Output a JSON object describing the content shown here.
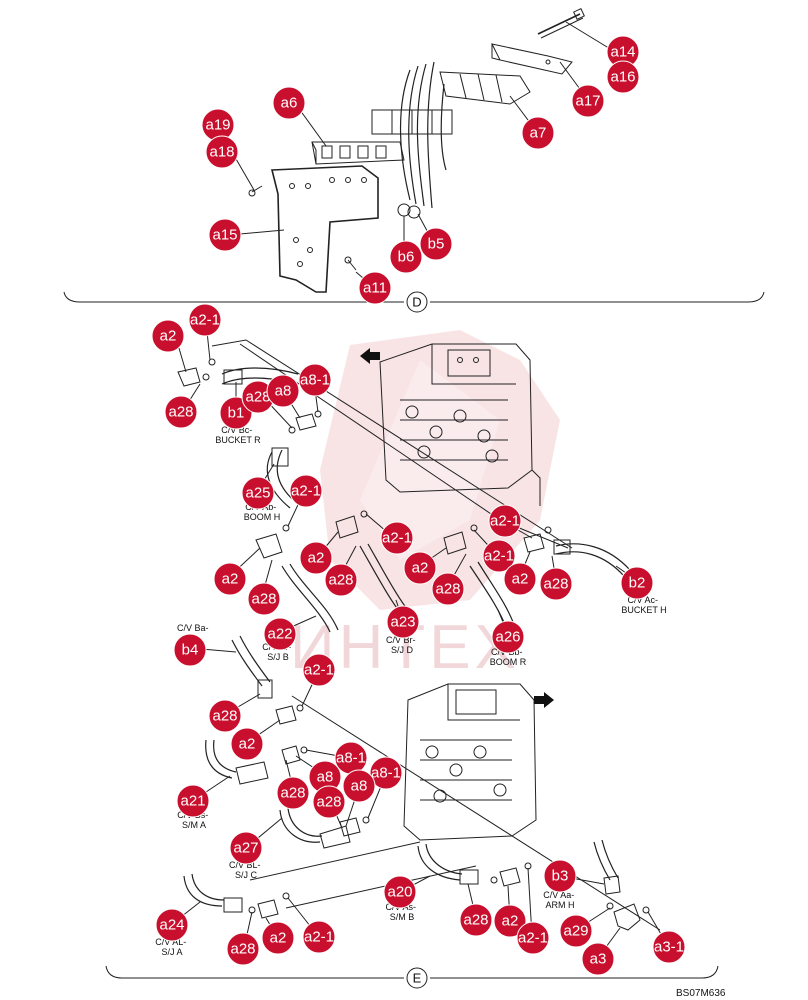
{
  "watermark": {
    "text": "ИНТЕХ",
    "color": "#f0c2c6"
  },
  "accent_color": "#c8102e",
  "section_letters": {
    "d": "D",
    "e": "E"
  },
  "reference_code": "BS07M636",
  "direction_arrows": [
    "arrow-left-icon",
    "arrow-right-icon"
  ],
  "callouts": [
    {
      "id": "c-a14",
      "label": "a14"
    },
    {
      "id": "c-a16",
      "label": "a16"
    },
    {
      "id": "c-a17",
      "label": "a17"
    },
    {
      "id": "c-a7",
      "label": "a7"
    },
    {
      "id": "c-a6",
      "label": "a6"
    },
    {
      "id": "c-a19",
      "label": "a19"
    },
    {
      "id": "c-a18",
      "label": "a18"
    },
    {
      "id": "c-a15",
      "label": "a15"
    },
    {
      "id": "c-b5",
      "label": "b5"
    },
    {
      "id": "c-b6",
      "label": "b6"
    },
    {
      "id": "c-a11",
      "label": "a11"
    },
    {
      "id": "c-e-a2-a",
      "label": "a2"
    },
    {
      "id": "c-e-a2-1-a",
      "label": "a2-1"
    },
    {
      "id": "c-e-a28-a",
      "label": "a28"
    },
    {
      "id": "c-e-b1",
      "label": "b1"
    },
    {
      "id": "c-e-a28-b",
      "label": "a28"
    },
    {
      "id": "c-e-a8-a",
      "label": "a8"
    },
    {
      "id": "c-e-a8-1-a",
      "label": "a8-1"
    },
    {
      "id": "c-e-a25",
      "label": "a25"
    },
    {
      "id": "c-e-a2-1-b",
      "label": "a2-1"
    },
    {
      "id": "c-e-a2-1-c",
      "label": "a2-1"
    },
    {
      "id": "c-e-a2-1-d",
      "label": "a2-1"
    },
    {
      "id": "c-e-a2-1-e",
      "label": "a2-1"
    },
    {
      "id": "c-e-a2-b",
      "label": "a2"
    },
    {
      "id": "c-e-a2-c",
      "label": "a2"
    },
    {
      "id": "c-e-a28-c",
      "label": "a28"
    },
    {
      "id": "c-e-a2-d",
      "label": "a2"
    },
    {
      "id": "c-e-a2-e",
      "label": "a2"
    },
    {
      "id": "c-e-a28-d",
      "label": "a28"
    },
    {
      "id": "c-e-a28-e",
      "label": "a28"
    },
    {
      "id": "c-e-b2",
      "label": "b2"
    },
    {
      "id": "c-e-a28-f",
      "label": "a28"
    },
    {
      "id": "c-e-a23",
      "label": "a23"
    },
    {
      "id": "c-e-a22",
      "label": "a22"
    },
    {
      "id": "c-e-a26",
      "label": "a26"
    },
    {
      "id": "c-e-b4",
      "label": "b4"
    },
    {
      "id": "c-e-a2-1-f",
      "label": "a2-1"
    },
    {
      "id": "c-e-a28-g",
      "label": "a28"
    },
    {
      "id": "c-e-a2-f",
      "label": "a2"
    },
    {
      "id": "c-e-a8-1-b",
      "label": "a8-1"
    },
    {
      "id": "c-e-a8-b",
      "label": "a8"
    },
    {
      "id": "c-e-a8-1-c",
      "label": "a8-1"
    },
    {
      "id": "c-e-a8-c",
      "label": "a8"
    },
    {
      "id": "c-e-a21",
      "label": "a21"
    },
    {
      "id": "c-e-a28-h",
      "label": "a28"
    },
    {
      "id": "c-e-a28-i",
      "label": "a28"
    },
    {
      "id": "c-e-a27",
      "label": "a27"
    },
    {
      "id": "c-e-b3",
      "label": "b3"
    },
    {
      "id": "c-e-a20",
      "label": "a20"
    },
    {
      "id": "c-e-a28-j",
      "label": "a28"
    },
    {
      "id": "c-e-a2-g",
      "label": "a2"
    },
    {
      "id": "c-e-a2-1-g",
      "label": "a2-1"
    },
    {
      "id": "c-e-a29",
      "label": "a29"
    },
    {
      "id": "c-e-a3",
      "label": "a3"
    },
    {
      "id": "c-e-a3-1",
      "label": "a3-1"
    },
    {
      "id": "c-e-a24",
      "label": "a24"
    },
    {
      "id": "c-e-a28-k",
      "label": "a28"
    },
    {
      "id": "c-e-a2-h",
      "label": "a2"
    },
    {
      "id": "c-e-a2-1-h",
      "label": "a2-1"
    }
  ],
  "port_labels": [
    {
      "id": "p-bucket-r",
      "lines": [
        "C/V Bc-",
        "BUCKET R"
      ]
    },
    {
      "id": "p-boom-h",
      "lines": [
        "C/V Ab-",
        "BOOM H"
      ]
    },
    {
      "id": "p-bucket-h",
      "lines": [
        "C/V Ac-",
        "BUCKET H"
      ]
    },
    {
      "id": "p-ba-sjb",
      "lines": [
        "C/V Ba-",
        "C/V Ar-",
        "S/J B"
      ]
    },
    {
      "id": "p-br-sjd",
      "lines": [
        "C/V Br-",
        "S/J D"
      ]
    },
    {
      "id": "p-bb-boom-r",
      "lines": [
        "C/V Bb-",
        "BOOM R"
      ]
    },
    {
      "id": "p-bs-sma",
      "lines": [
        "C/V Bs-",
        "S/M A"
      ]
    },
    {
      "id": "p-bl-sjc",
      "lines": [
        "C/V BL-",
        "S/J C"
      ]
    },
    {
      "id": "p-as-smb",
      "lines": [
        "C/V As-",
        "S/M B"
      ]
    },
    {
      "id": "p-aa-arm-h",
      "lines": [
        "C/V Aa-",
        "ARM H"
      ]
    },
    {
      "id": "p-al-sja",
      "lines": [
        "C/V AL-",
        "S/J A"
      ]
    }
  ]
}
